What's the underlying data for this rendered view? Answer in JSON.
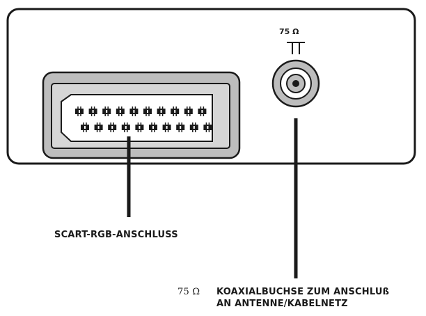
{
  "device_panel": {
    "impedance_label": "75 Ω"
  },
  "labels": {
    "scart": "SCART-RGB-ANSCHLUSS",
    "coax_impedance": "75 Ω",
    "coax_line1": "KOAXIALBUCHSE ZUM ANSCHLUß",
    "coax_line2": "AN ANTENNE/KABELNETZ"
  },
  "colors": {
    "outline": "#1a1a1a",
    "socket_gray": "#bdbdbd",
    "connector_gray": "#d2d2d2",
    "background": "#ffffff"
  },
  "icons": {
    "scart": "scart-connector-icon",
    "coax": "coaxial-socket-icon",
    "antenna": "antenna-symbol-icon"
  }
}
